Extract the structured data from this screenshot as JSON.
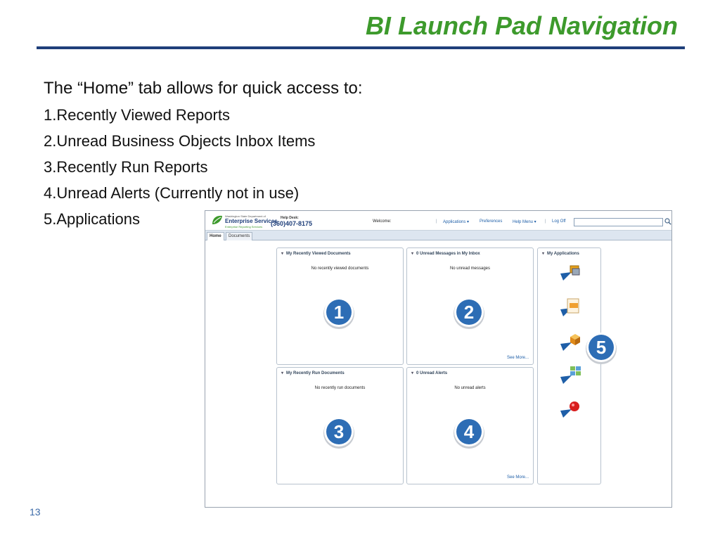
{
  "slide": {
    "title": "BI Launch Pad Navigation",
    "intro": "The “Home” tab allows for quick access to:",
    "items": [
      "1.Recently Viewed Reports",
      "2.Unread Business Objects Inbox Items",
      "3.Recently Run Reports",
      "4.Unread Alerts (Currently not in use)",
      "5.Applications"
    ],
    "page_number": "13"
  },
  "app": {
    "logo": {
      "small": "Washington State Department of",
      "main": "Enterprise Services",
      "sub": "Enterprise Reporting Services"
    },
    "help_label": "Help Desk:",
    "help_phone": "(360)407-8175",
    "welcome": "Welcome:",
    "separator": "|",
    "nav": {
      "applications": "Applications ▾",
      "preferences": "Preferences",
      "help_menu": "Help Menu ▾",
      "log_off": "Log Off"
    },
    "tabs": {
      "home": "Home",
      "documents": "Documents"
    },
    "panels": {
      "recently_viewed": {
        "title": "My Recently Viewed Documents",
        "message": "No recently viewed documents",
        "badge": "1"
      },
      "inbox": {
        "title": "0 Unread Messages in My Inbox",
        "message": "No unread messages",
        "see_more": "See More...",
        "badge": "2"
      },
      "recently_run": {
        "title": "My Recently Run Documents",
        "message": "No recently run documents",
        "badge": "3"
      },
      "alerts": {
        "title": "0 Unread Alerts",
        "message": "No unread alerts",
        "see_more": "See More...",
        "badge": "4"
      },
      "applications": {
        "title": "My Applications",
        "badge": "5"
      }
    }
  },
  "icons": {
    "logo": "leaf-logo-icon",
    "search": "search-icon",
    "badge": "numbered-circle-icon",
    "apps": [
      "cmc-app-icon",
      "web-intelligence-icon",
      "universe-cube-icon",
      "module-grid-icon",
      "alert-pin-icon"
    ]
  },
  "colors": {
    "title": "#3d9a2c",
    "rule": "#1f3f7a",
    "badge": "#2d6db5",
    "link": "#1f5fa8"
  }
}
